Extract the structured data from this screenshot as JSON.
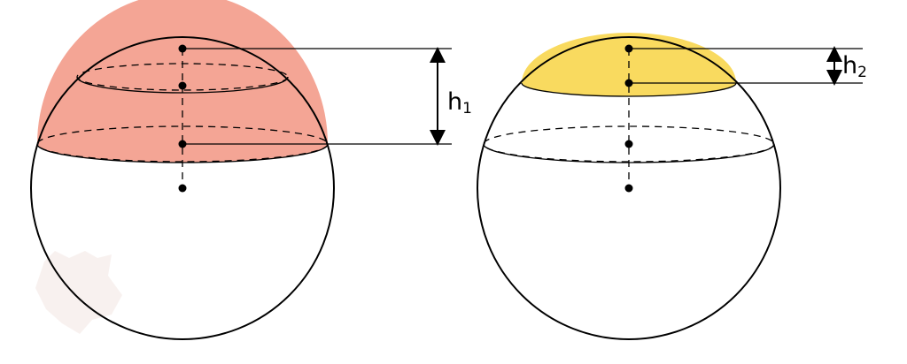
{
  "colors": {
    "cap_left": "#F4A595",
    "cap_right": "#F9DA5F",
    "watermark": "#F3E6E1"
  },
  "labels": {
    "h1_base": "h",
    "h1_sub": "1",
    "h2_base": "h",
    "h2_sub": "2"
  },
  "watermark": {
    "type": "logo",
    "icon": "shield-logo-icon"
  }
}
